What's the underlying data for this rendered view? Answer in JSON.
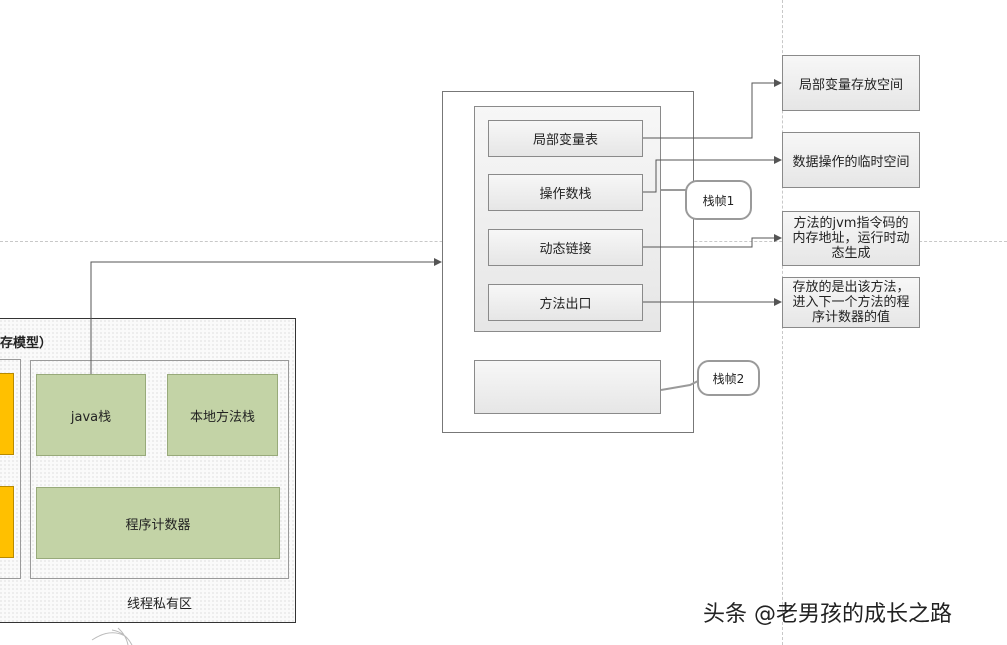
{
  "memory_model": {
    "title": "存模型）",
    "java_stack": "java栈",
    "native_stack": "本地方法栈",
    "program_counter": "程序计数器",
    "private_area": "线程私有区"
  },
  "stack_frame": {
    "local_var_table": "局部变量表",
    "operand_stack": "操作数栈",
    "dynamic_link": "动态链接",
    "method_exit": "方法出口",
    "frame1": "栈帧1",
    "frame2": "栈帧2"
  },
  "descriptions": {
    "local_var_space": "局部变量存放空间",
    "operand_space": "数据操作的临时空间",
    "dynamic_link_desc": "方法的jvm指令码的内存地址，运行时动态生成",
    "exit_desc": "存放的是出该方法，进入下一个方法的程序计数器的值"
  },
  "watermark": "头条 @老男孩的成长之路"
}
